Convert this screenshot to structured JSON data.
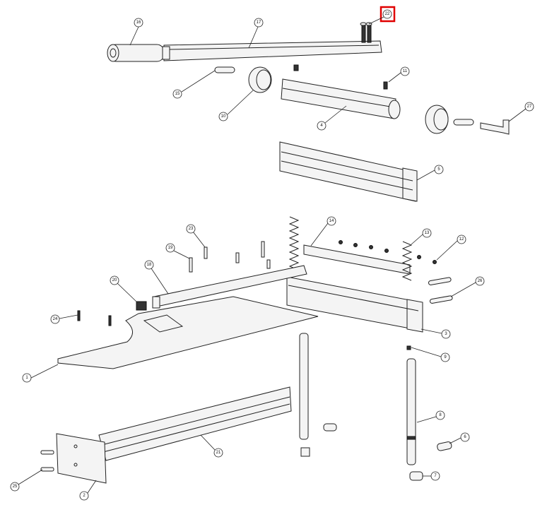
{
  "diagram": {
    "callouts": [
      {
        "id": "c1",
        "label": "1"
      },
      {
        "id": "c2",
        "label": "2"
      },
      {
        "id": "c3",
        "label": "3"
      },
      {
        "id": "c4",
        "label": "4"
      },
      {
        "id": "c5",
        "label": "5"
      },
      {
        "id": "c6",
        "label": "6"
      },
      {
        "id": "c7",
        "label": "7"
      },
      {
        "id": "c8",
        "label": "8"
      },
      {
        "id": "c9",
        "label": "9"
      },
      {
        "id": "c10",
        "label": "10"
      },
      {
        "id": "c11",
        "label": "11"
      },
      {
        "id": "c12",
        "label": "12"
      },
      {
        "id": "c13",
        "label": "13"
      },
      {
        "id": "c14",
        "label": "14"
      },
      {
        "id": "c15",
        "label": "15"
      },
      {
        "id": "c16",
        "label": "16"
      },
      {
        "id": "c17",
        "label": "17"
      },
      {
        "id": "c18",
        "label": "18"
      },
      {
        "id": "c19",
        "label": "19"
      },
      {
        "id": "c20",
        "label": "20"
      },
      {
        "id": "c21",
        "label": "21"
      },
      {
        "id": "c22",
        "label": "22"
      },
      {
        "id": "c23",
        "label": "23"
      },
      {
        "id": "c24",
        "label": "24"
      },
      {
        "id": "c25",
        "label": "25"
      },
      {
        "id": "c26",
        "label": "26"
      },
      {
        "id": "c27",
        "label": "27"
      }
    ],
    "highlighted_callout": "22",
    "highlight_color": "#e00000"
  }
}
